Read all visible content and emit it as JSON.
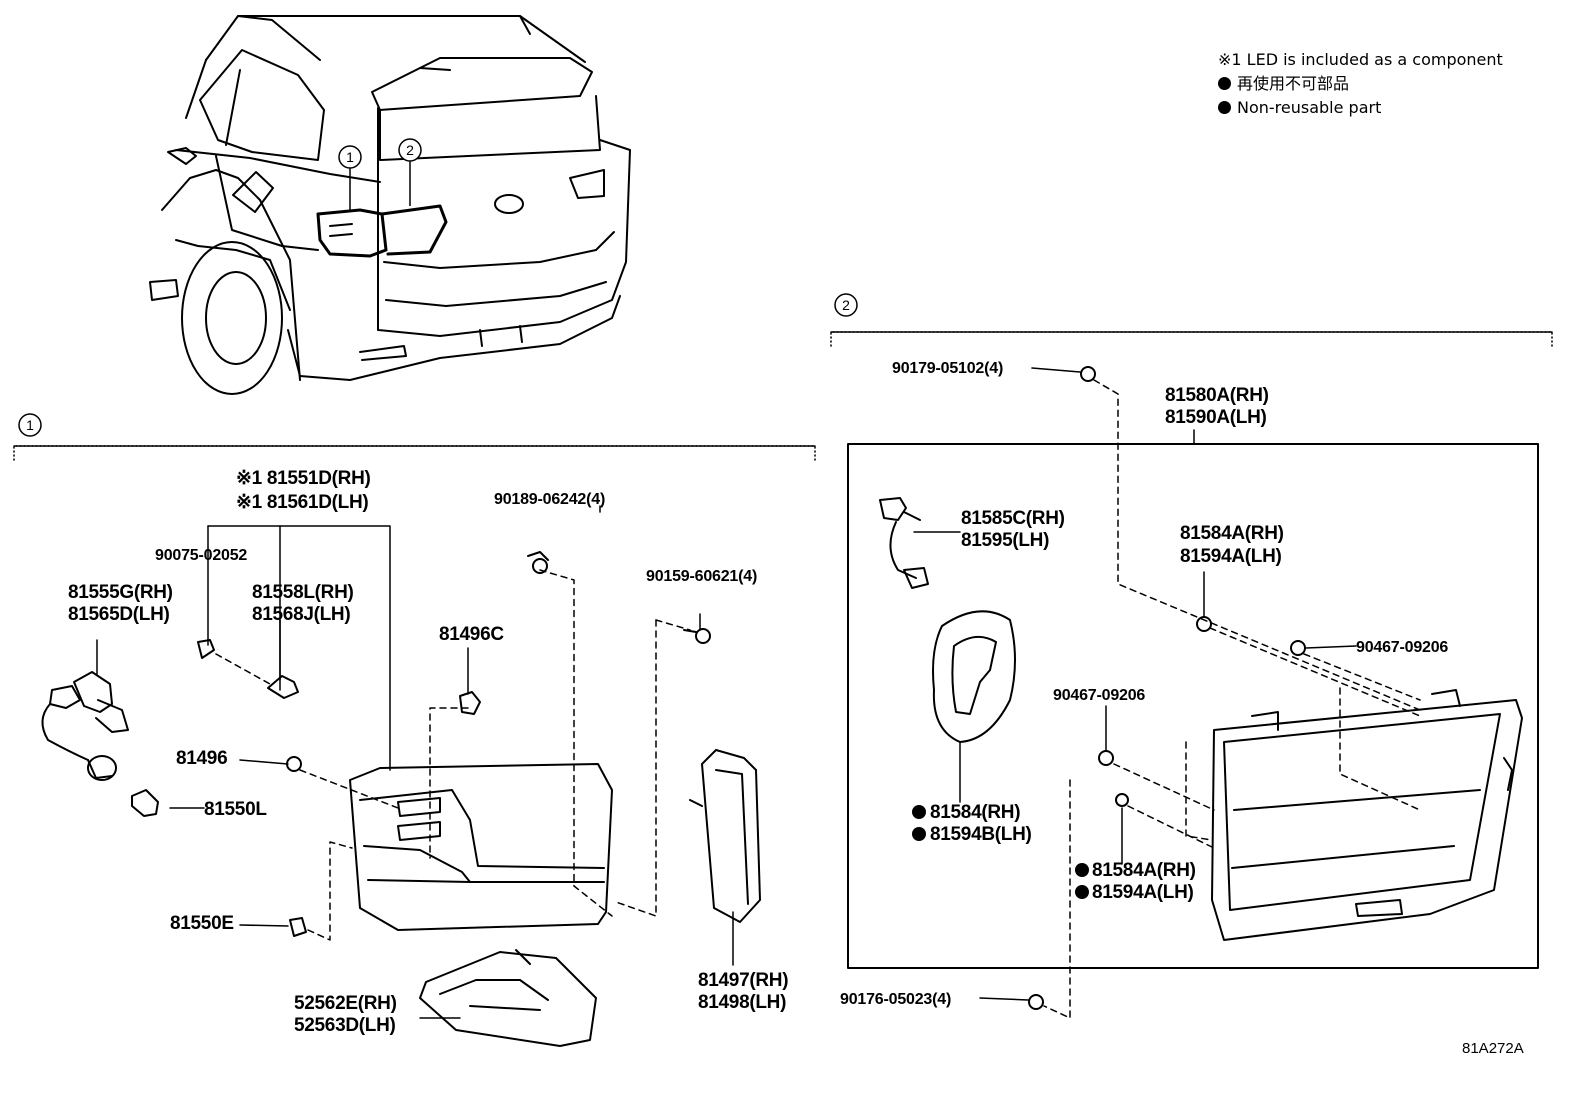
{
  "legend": {
    "led_note": "※1 LED is included as a component",
    "non_reusable_jp": "再使用不可部品",
    "non_reusable_en": "Non-reusable part"
  },
  "illustration_code": "81A272A",
  "callouts": {
    "one": "1",
    "two": "2"
  },
  "group1": {
    "label": "1",
    "parts": {
      "p81551": [
        "※1 81551D(RH)",
        "※1 81561D(LH)"
      ],
      "p90075": [
        "90075-02052"
      ],
      "p81555": [
        "81555G(RH)",
        "81565D(LH)"
      ],
      "p81558": [
        "81558L(RH)",
        "81568J(LH)"
      ],
      "p90189": [
        "90189-06242(4)"
      ],
      "p90159": [
        "90159-60621(4)"
      ],
      "p81496C": [
        "81496C"
      ],
      "p81496": [
        "81496"
      ],
      "p81550L": [
        "81550L"
      ],
      "p81550E": [
        "81550E"
      ],
      "p81497": [
        "81497(RH)",
        "81498(LH)"
      ],
      "p52562": [
        "52562E(RH)",
        "52563D(LH)"
      ]
    }
  },
  "group2": {
    "label": "2",
    "parts": {
      "p90179": [
        "90179-05102(4)"
      ],
      "p81580": [
        "81580A(RH)",
        "81590A(LH)"
      ],
      "p81585": [
        "81585C(RH)",
        "81595(LH)"
      ],
      "p81584a": [
        "81584A(RH)",
        "81594A(LH)"
      ],
      "p90467a": [
        "90467-09206"
      ],
      "p90467b": [
        "90467-09206"
      ],
      "p81584": [
        "81584(RH)",
        "81594B(LH)"
      ],
      "p81584b": [
        "81584A(RH)",
        "81594A(LH)"
      ],
      "p90176": [
        "90176-05023(4)"
      ]
    }
  }
}
